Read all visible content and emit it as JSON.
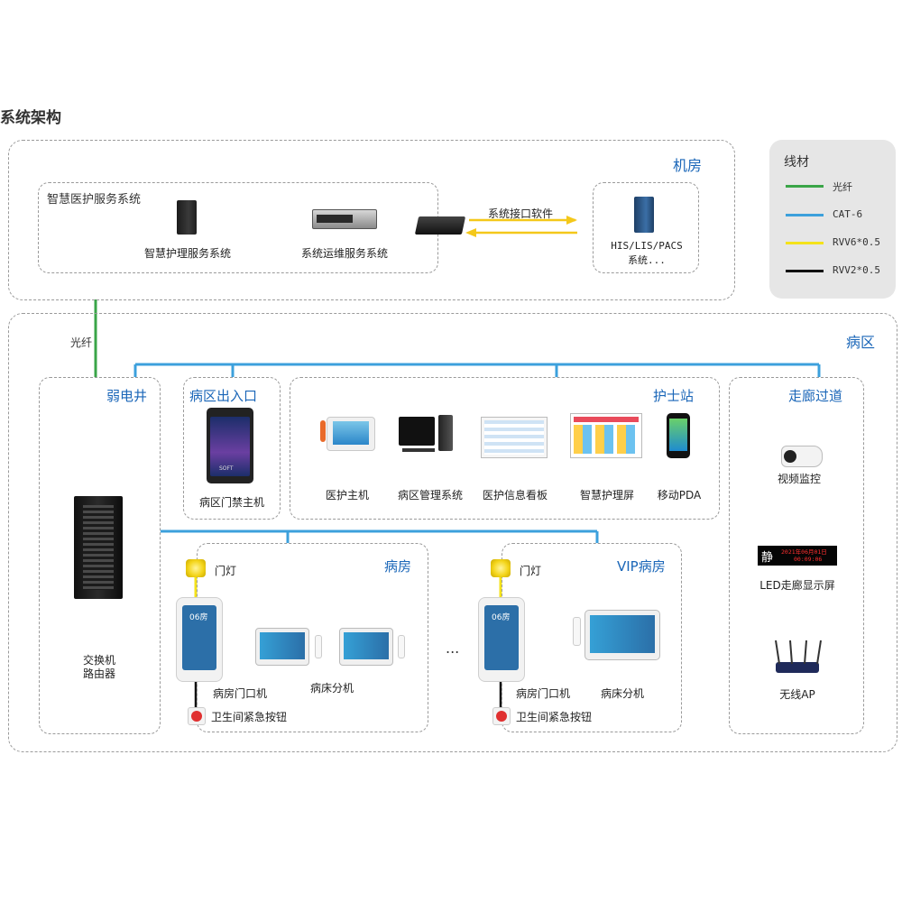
{
  "page": {
    "title": "系统架构"
  },
  "machine_room": {
    "label": "机房",
    "service_group": {
      "label": "智慧医护服务系统"
    },
    "nursing_server": {
      "label": "智慧护理服务系统"
    },
    "ops_server": {
      "label": "系统运维服务系统"
    },
    "interface_software": {
      "label": "系统接口软件"
    },
    "his_system": {
      "label_line1": "HIS/LIS/PACS",
      "label_line2": "系统..."
    }
  },
  "legend": {
    "title": "线材",
    "items": [
      {
        "label": "光纤",
        "color": "#3aa548"
      },
      {
        "label": "CAT-6",
        "color": "#3ca0dc"
      },
      {
        "label": "RVV6*0.5",
        "color": "#f4e21a"
      },
      {
        "label": "RVV2*0.5",
        "color": "#111111"
      }
    ]
  },
  "fiber_label": "光纤",
  "ward_area": {
    "label": "病区",
    "weak_shaft": {
      "label": "弱电井",
      "switch_label_line1": "交换机",
      "switch_label_line2": "路由器"
    },
    "entrance": {
      "label": "病区出入口",
      "device_label": "病区门禁主机",
      "screen_text": "SOFT"
    },
    "nurse_station": {
      "label": "护士站",
      "devices": [
        {
          "label": "医护主机"
        },
        {
          "label": "病区管理系统"
        },
        {
          "label": "医护信息看板"
        },
        {
          "label": "智慧护理屏"
        },
        {
          "label": "移动PDA"
        }
      ]
    },
    "corridor": {
      "label": "走廊过道",
      "camera_label": "视频监控",
      "led_label": "LED走廊显示屏",
      "led_char": "静",
      "led_text_line1": "2021年06月01日",
      "led_text_line2": "00:09:06",
      "ap_label": "无线AP"
    },
    "ward_room": {
      "label": "病房",
      "door_light": "门灯",
      "room_number": "06房",
      "door_terminal": "病房门口机",
      "bed_terminal": "病床分机",
      "emergency_button": "卫生间紧急按钮"
    },
    "vip_room": {
      "label": "VIP病房",
      "door_light": "门灯",
      "room_number": "06房",
      "door_terminal": "病房门口机",
      "bed_terminal": "病床分机",
      "emergency_button": "卫生间紧急按钮"
    },
    "ellipsis": "..."
  }
}
